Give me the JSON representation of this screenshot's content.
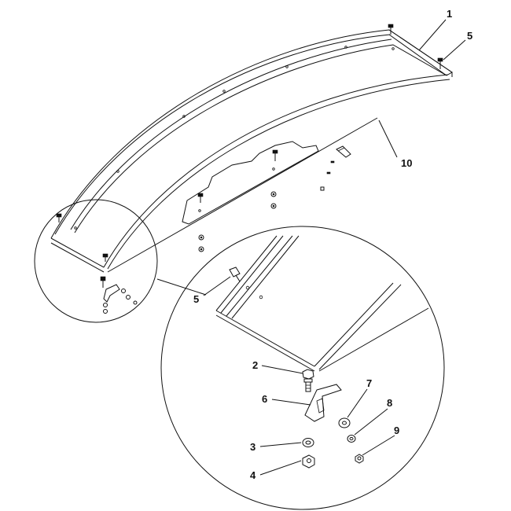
{
  "diagram": {
    "callouts": [
      {
        "id": "c1",
        "label": "1"
      },
      {
        "id": "c5a",
        "label": "5"
      },
      {
        "id": "c10",
        "label": "10"
      },
      {
        "id": "c5b",
        "label": "5"
      },
      {
        "id": "c2",
        "label": "2"
      },
      {
        "id": "c6",
        "label": "6"
      },
      {
        "id": "c7",
        "label": "7"
      },
      {
        "id": "c8",
        "label": "8"
      },
      {
        "id": "c9",
        "label": "9"
      },
      {
        "id": "c3",
        "label": "3"
      },
      {
        "id": "c4",
        "label": "4"
      }
    ]
  },
  "colors": {
    "line": "#111111",
    "background": "#ffffff"
  }
}
